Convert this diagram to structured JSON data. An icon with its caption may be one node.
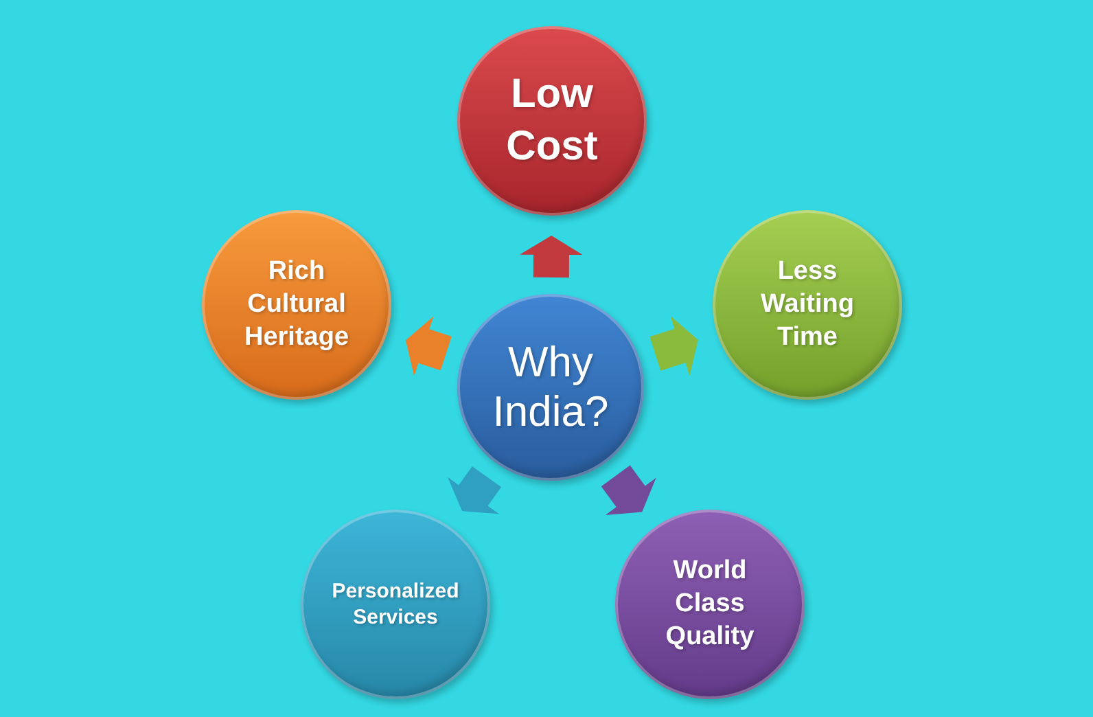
{
  "diagram": {
    "nodes": [
      {
        "text": [
          "Why India?"
        ]
      },
      {
        "text": [
          "Low Cost"
        ]
      },
      {
        "text": [
          "Less Waiting Time"
        ]
      },
      {
        "text": [
          "World Class Quality"
        ]
      },
      {
        "text": [
          "Personalized Services"
        ]
      },
      {
        "text": [
          "Rich Cultural Heritage"
        ]
      }
    ],
    "edges": [
      {
        "from": 0,
        "to": 1,
        "arrow": "to",
        "color": "#c23a3e"
      },
      {
        "from": 0,
        "to": 2,
        "arrow": "to",
        "color": "#8bbb3c"
      },
      {
        "from": 0,
        "to": 3,
        "arrow": "to",
        "color": "#734a98"
      },
      {
        "from": 0,
        "to": 4,
        "arrow": "to",
        "color": "#2f9fc2"
      },
      {
        "from": 0,
        "to": 5,
        "arrow": "to",
        "color": "#e9802a"
      }
    ]
  }
}
